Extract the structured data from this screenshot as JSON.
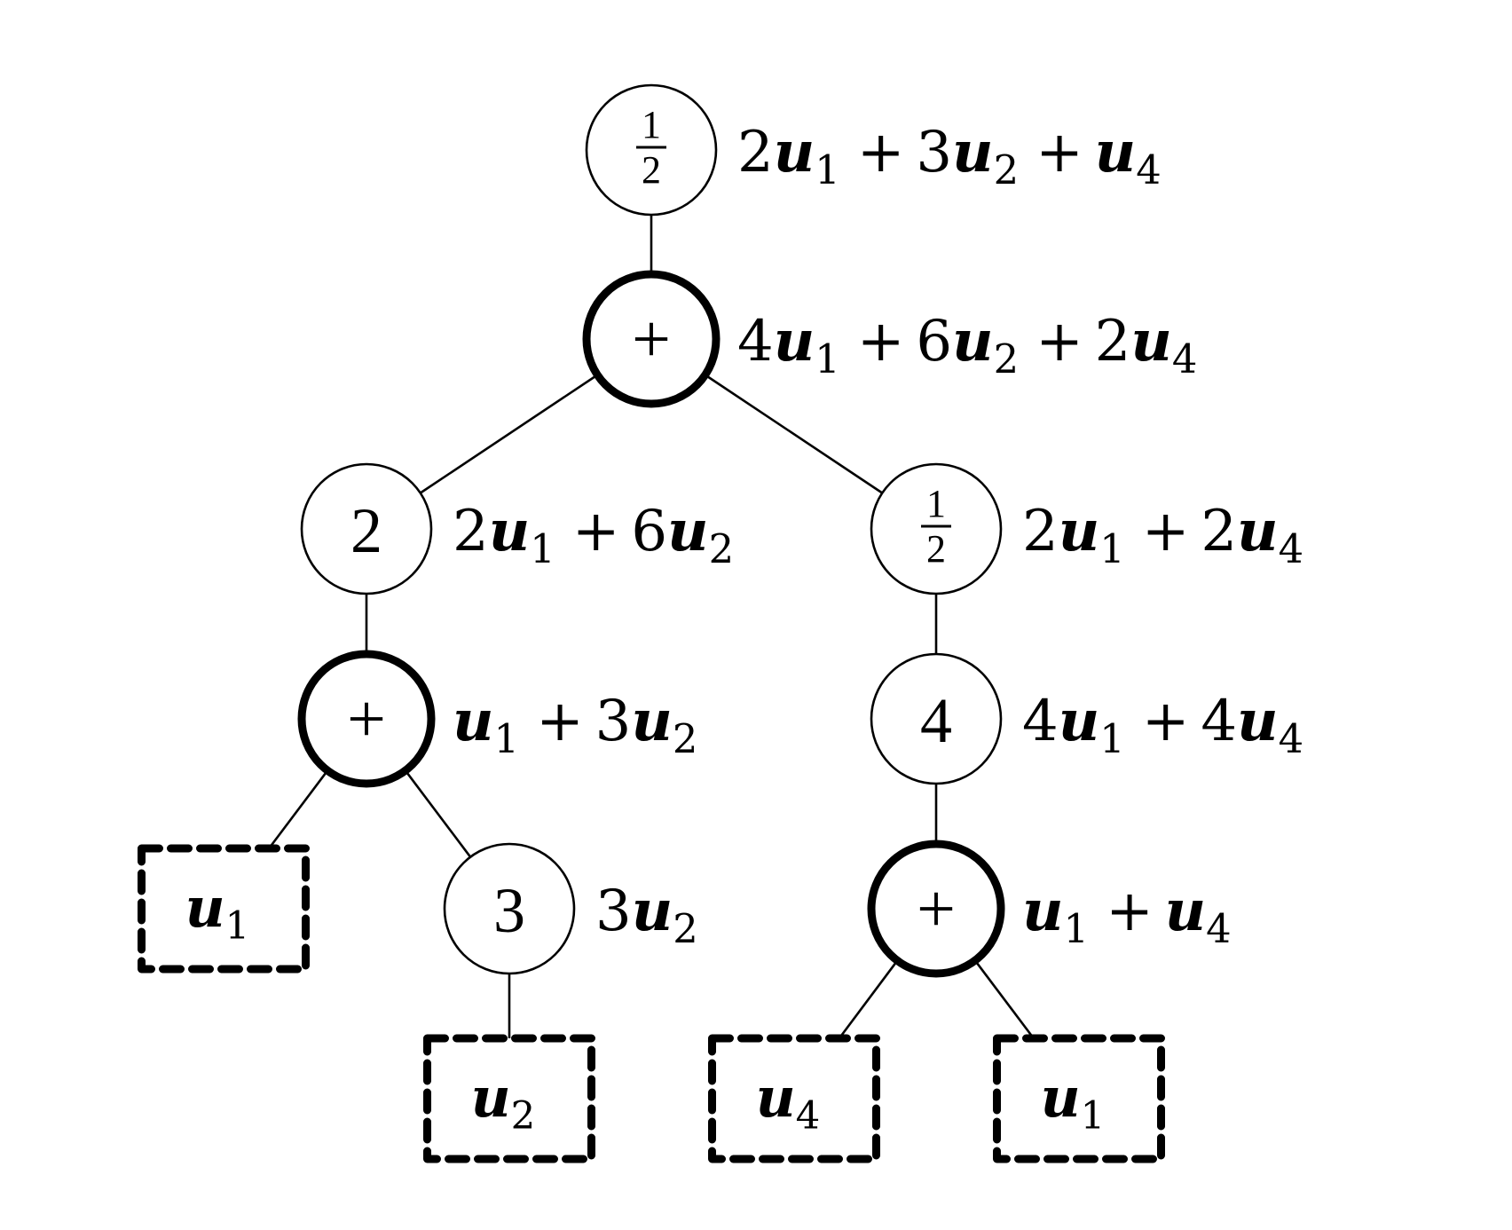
{
  "diagram": {
    "nodes": [
      {
        "id": "n_top_half",
        "kind": "weight",
        "label": "1/2",
        "num": "1",
        "den": "2",
        "annotation": "2u_1 + 3u_2 + u_4"
      },
      {
        "id": "n_root_plus",
        "kind": "sum",
        "label": "+",
        "annotation": "4u_1 + 6u_2 + 2u_4"
      },
      {
        "id": "n_left_two",
        "kind": "weight",
        "label": "2",
        "annotation": "2u_1 + 6u_2"
      },
      {
        "id": "n_right_half",
        "kind": "weight",
        "label": "1/2",
        "num": "1",
        "den": "2",
        "annotation": "2u_1 + 2u_4"
      },
      {
        "id": "n_left_plus",
        "kind": "sum",
        "label": "+",
        "annotation": "u_1 + 3u_2"
      },
      {
        "id": "n_right_four",
        "kind": "weight",
        "label": "4",
        "annotation": "4u_1 + 4u_4"
      },
      {
        "id": "n_three",
        "kind": "weight",
        "label": "3",
        "annotation": "3u_2"
      },
      {
        "id": "n_right_plus",
        "kind": "sum",
        "label": "+",
        "annotation": "u_1 + u_4"
      },
      {
        "id": "leaf_u1_a",
        "kind": "leaf",
        "label": "u_1"
      },
      {
        "id": "leaf_u2",
        "kind": "leaf",
        "label": "u_2"
      },
      {
        "id": "leaf_u4",
        "kind": "leaf",
        "label": "u_4"
      },
      {
        "id": "leaf_u1_b",
        "kind": "leaf",
        "label": "u_1"
      }
    ],
    "edges": [
      [
        "n_top_half",
        "n_root_plus"
      ],
      [
        "n_root_plus",
        "n_left_two"
      ],
      [
        "n_root_plus",
        "n_right_half"
      ],
      [
        "n_left_two",
        "n_left_plus"
      ],
      [
        "n_right_half",
        "n_right_four"
      ],
      [
        "n_left_plus",
        "leaf_u1_a"
      ],
      [
        "n_left_plus",
        "n_three"
      ],
      [
        "n_three",
        "leaf_u2"
      ],
      [
        "n_right_four",
        "n_right_plus"
      ],
      [
        "n_right_plus",
        "leaf_u4"
      ],
      [
        "n_right_plus",
        "leaf_u1_b"
      ]
    ]
  }
}
